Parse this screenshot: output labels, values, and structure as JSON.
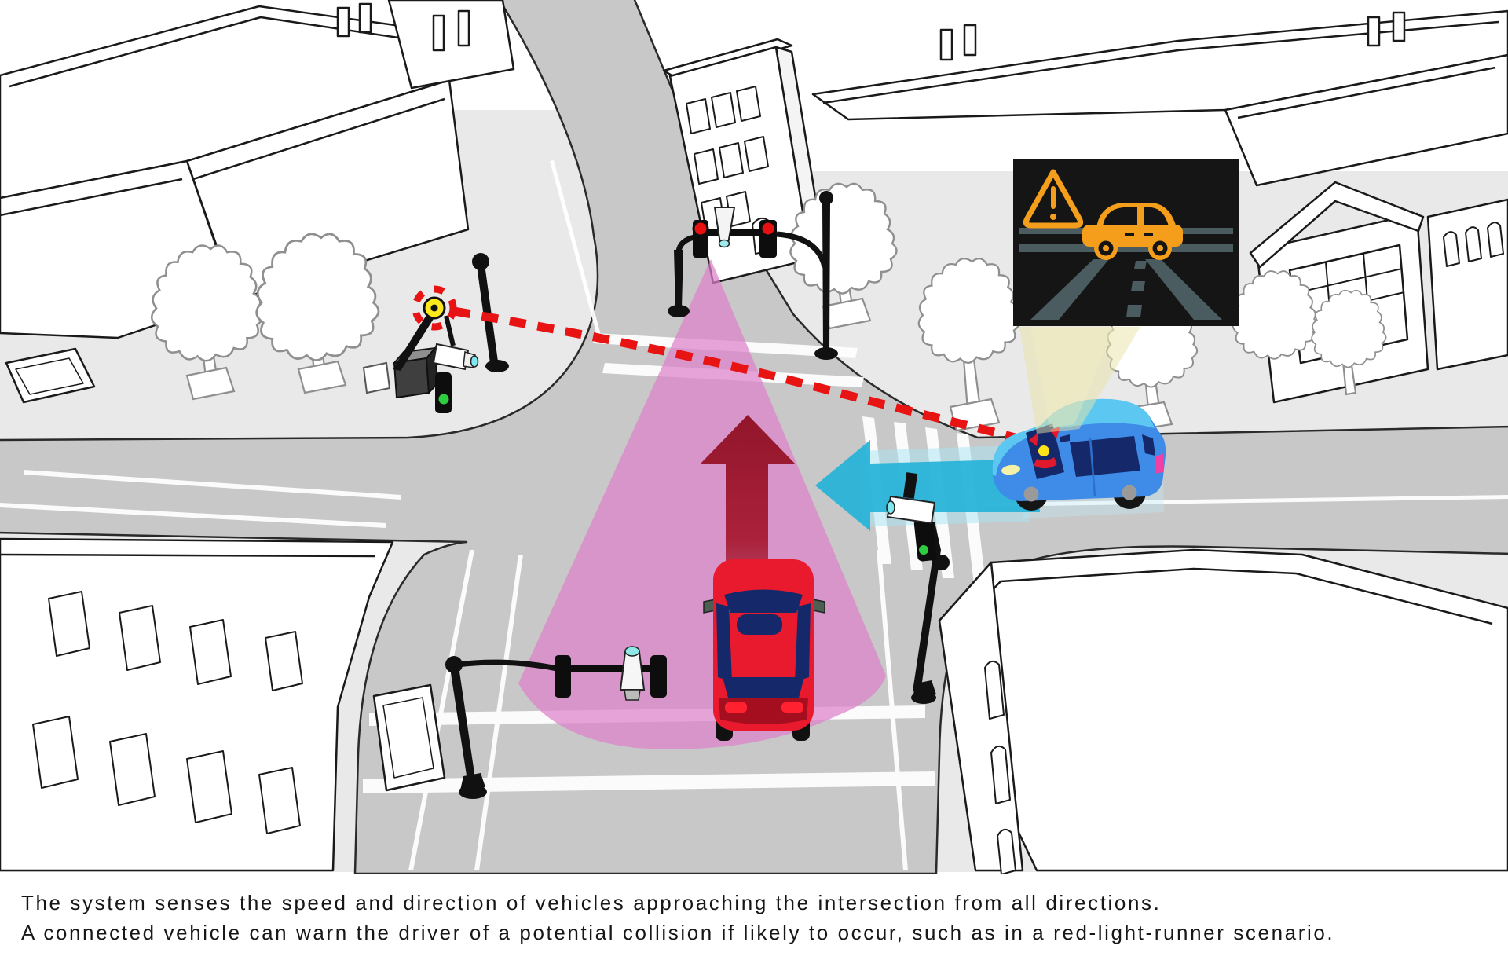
{
  "caption": {
    "line1": "The system senses the speed and direction of vehicles approaching the intersection from all directions.",
    "line2": "A connected vehicle can warn the driver of a potential collision if likely to occur, such as in a red-light-runner scenario."
  },
  "scene": {
    "description": "Isometric city-intersection illustration of a connected-vehicle collision warning (red-light-runner scenario)",
    "colors": {
      "road": "#C8C8C8",
      "sidewalk": "#E9E9E9",
      "building_line": "#1A1A1A",
      "sensor_cone_pink": "#DC81C9",
      "speed_arrow_red": "#8E0F22",
      "connected_arrow_cyan": "#25B2D8",
      "warning_orange": "#F59E1B",
      "dashed_link_red": "#E81313",
      "hud_background": "#151515",
      "hud_road": "#4A5C60",
      "red_car": "#EA1A2E",
      "blue_car": "#3E8BE8",
      "signal_yellow": "#FFE91C",
      "signal_green": "#2ECC40",
      "signal_red": "#E81111",
      "beam_yellow": "#E9E4A6"
    },
    "icons": {
      "hud_warning": "warning-triangle-icon",
      "hud_vehicle": "car-side-icon",
      "roadside_sensor": "camera-icon",
      "broadcast": "dashed-signal-ring-icon"
    },
    "elements": [
      "red-light-runner-car",
      "connected-blue-car",
      "sensor-cone",
      "speed-direction-arrow",
      "approach-arrow",
      "v2x-dashed-link",
      "hud-warning-display",
      "traffic-signals",
      "roadside-cameras",
      "street-lamps",
      "equipment-cabinet",
      "trees",
      "crosswalks",
      "buildings"
    ]
  }
}
